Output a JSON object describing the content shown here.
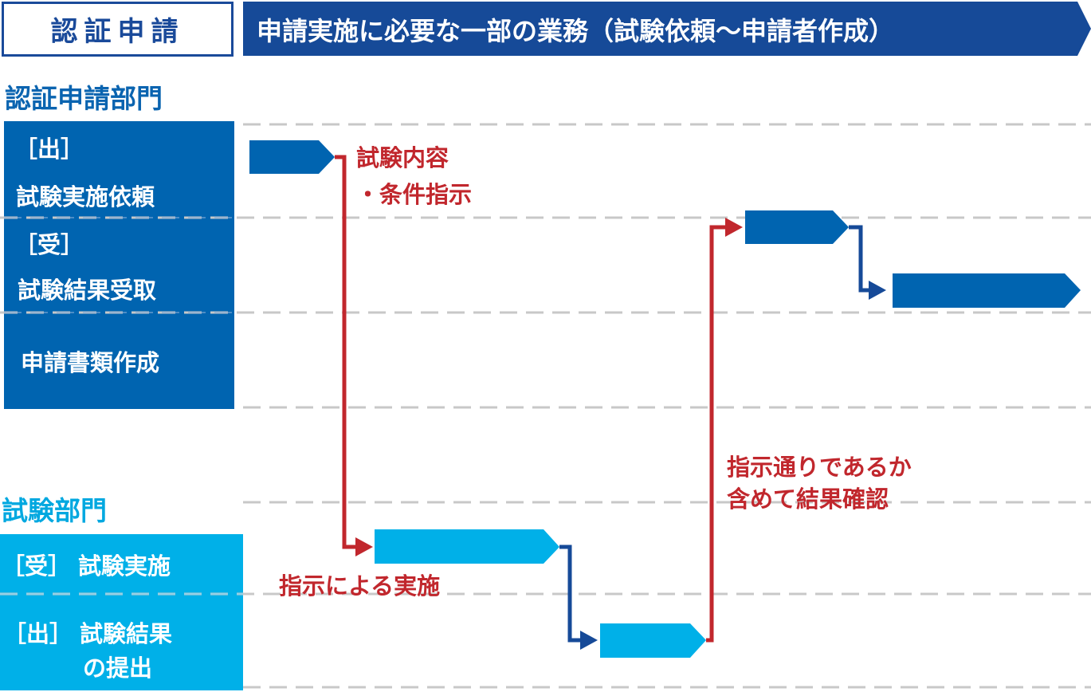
{
  "header": {
    "category": "認証申請",
    "title": "申請実施に必要な一部の業務（試験依頼〜申請者作成）"
  },
  "departments": [
    {
      "name": "認証申請部門",
      "color": "#0a64b0",
      "rows": [
        {
          "tag": "［出］",
          "label": "試験実施依頼"
        },
        {
          "tag": "［受］",
          "label": "試験結果受取"
        },
        {
          "tag": "",
          "label": "申請書類作成"
        }
      ]
    },
    {
      "name": "試験部門",
      "color": "#00a8e0",
      "rows": [
        {
          "tag": "［受］",
          "label": "試験実施"
        },
        {
          "tag": "［出］",
          "label": "試験結果",
          "label2": "の提出"
        }
      ]
    }
  ],
  "notes": {
    "instruction_line1": "試験内容",
    "instruction_line2": "・条件指示",
    "execution": "指示による実施",
    "check_line1": "指示通りであるか",
    "check_line2": "含めて結果確認"
  },
  "colors": {
    "navy": "#164a98",
    "blue": "#0064b0",
    "light_blue": "#00b0e8",
    "red": "#c1272d",
    "grid": "#c8c8c8"
  }
}
